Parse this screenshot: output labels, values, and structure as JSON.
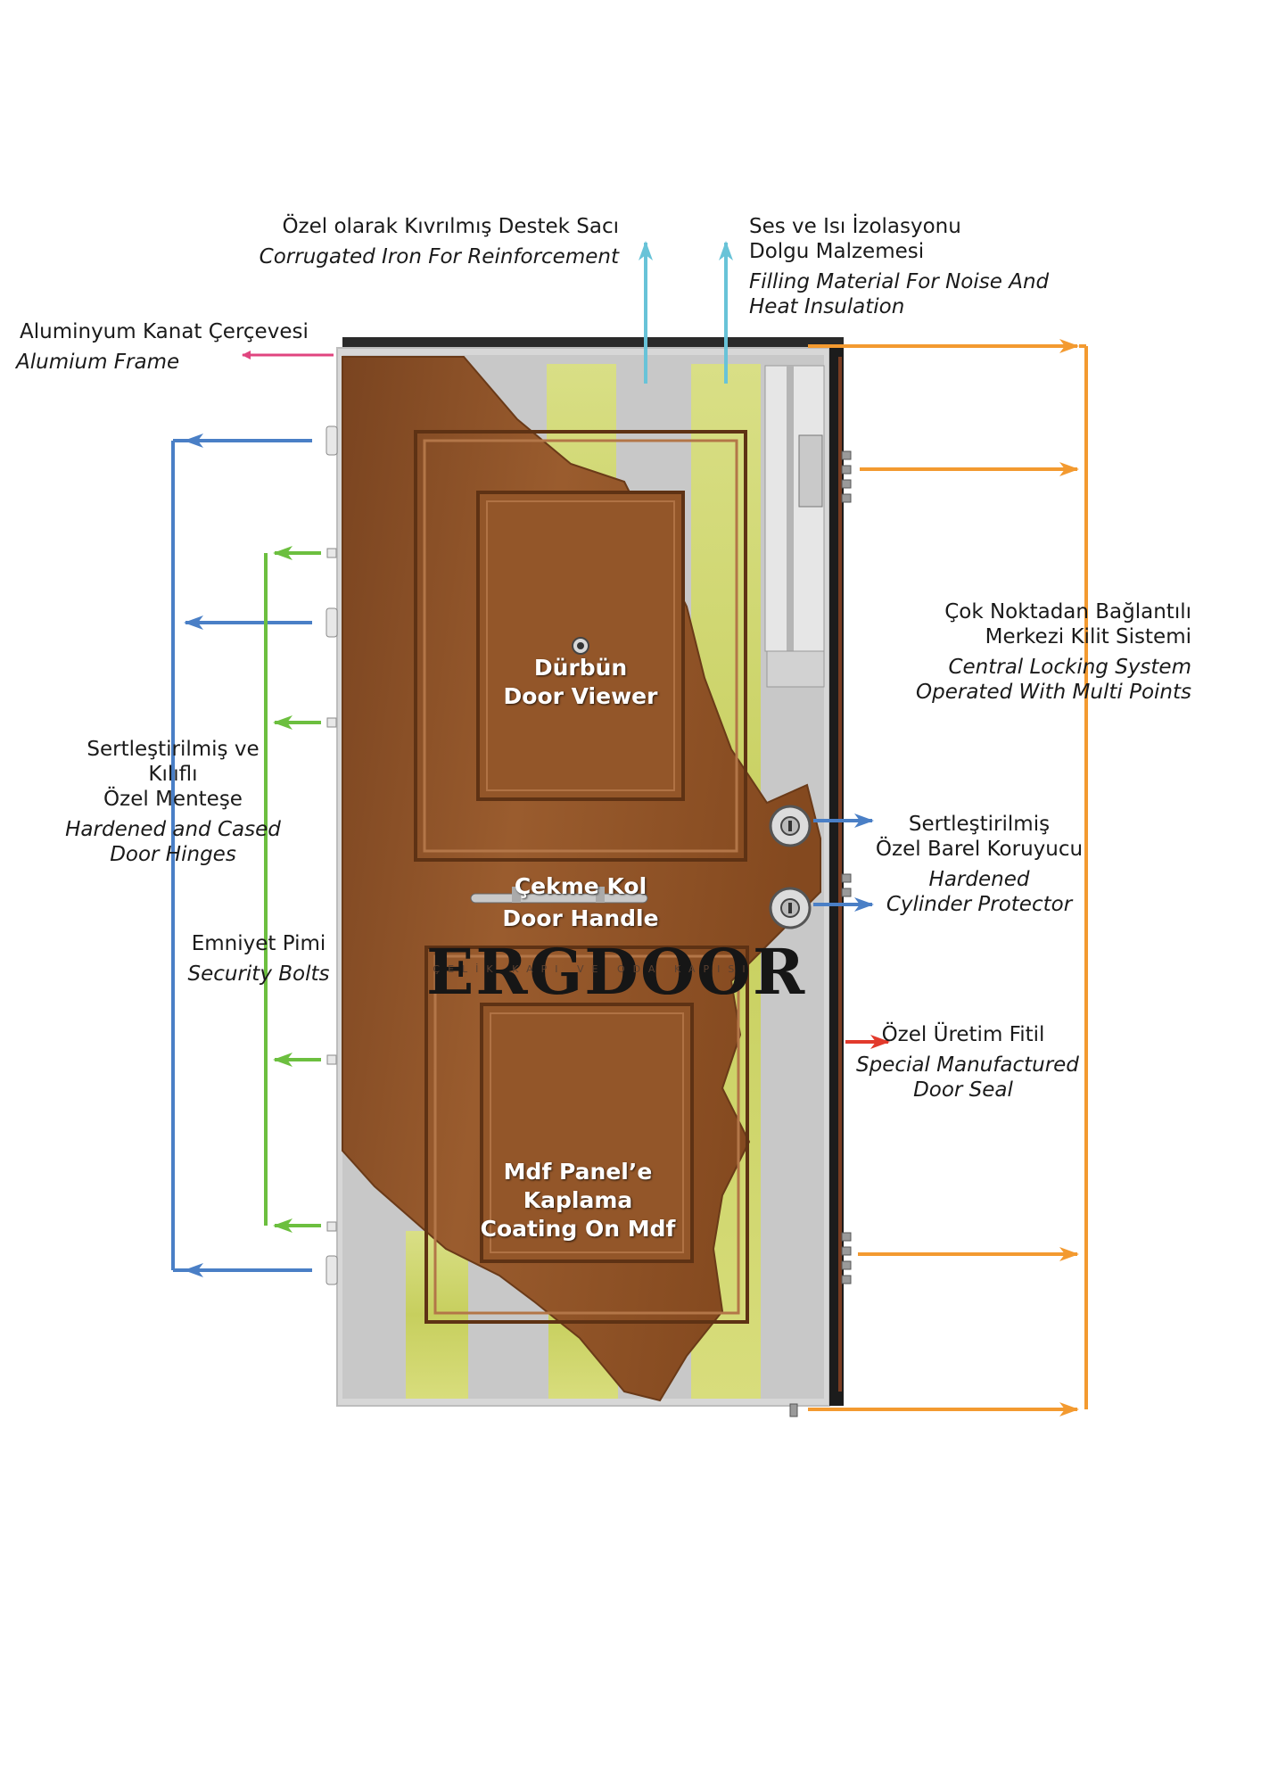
{
  "labels": {
    "reinforcement_tr": "Özel olarak Kıvrılmış Destek Sacı",
    "reinforcement_en": "Corrugated Iron For Reinforcement",
    "insulation_tr_1": "Ses ve Isı İzolasyonu",
    "insulation_tr_2": "Dolgu Malzemesi",
    "insulation_en_1": "Filling Material For Noise And",
    "insulation_en_2": "Heat Insulation",
    "frame_tr": "Aluminyum Kanat Çerçevesi",
    "frame_en": "Alumium Frame",
    "locking_tr_1": "Çok Noktadan Bağlantılı",
    "locking_tr_2": "Merkezi Kilit Sistemi",
    "locking_en_1": "Central Locking System",
    "locking_en_2": "Operated With Multi Points",
    "hinges_tr_1": "Sertleştirilmiş ve",
    "hinges_tr_2": "Kılıflı",
    "hinges_tr_3": "Özel Menteşe",
    "hinges_en_1": "Hardened and Cased",
    "hinges_en_2": "Door Hinges",
    "cylinder_tr_1": "Sertleştirilmiş",
    "cylinder_tr_2": "Özel Barel Koruyucu",
    "cylinder_en_1": "Hardened",
    "cylinder_en_2": "Cylinder Protector",
    "bolts_tr": "Emniyet Pimi",
    "bolts_en": "Security Bolts",
    "seal_tr": "Özel Üretim Fitil",
    "seal_en_1": "Special Manufactured",
    "seal_en_2": "Door Seal"
  },
  "door_labels": {
    "viewer_tr": "Dürbün",
    "viewer_en": "Door Viewer",
    "handle_tr": "Çekme Kol",
    "handle_en": "Door Handle",
    "coating_tr_1": "Mdf Panel’e",
    "coating_tr_2": "Kaplama",
    "coating_en": "Coating On Mdf"
  },
  "brand": {
    "name": "ERGDOOR",
    "tagline": "ÇELİK KAPI VE ODA KAPISI"
  },
  "colors": {
    "pink_arrow": "#e0457f",
    "blue_arrow": "#4a7fc6",
    "green_arrow": "#6cbf3f",
    "cyan_arrow": "#68c3d8",
    "orange_arrow": "#f39a30",
    "red_arrow": "#e23a2c",
    "wood": "#8e5228",
    "frame_grey": "#d7d7d7",
    "insulation": "#cfd86e"
  }
}
